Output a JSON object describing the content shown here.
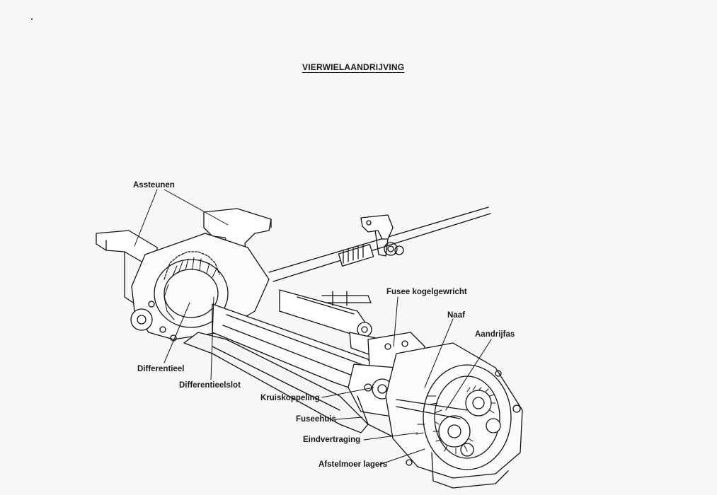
{
  "title": "VIERWIELAANDRIJVING",
  "labels": {
    "assteunen": "Assteunen",
    "fusee_kogelgewricht": "Fusee kogelgewricht",
    "naaf": "Naaf",
    "aandrijfas": "Aandrijfas",
    "differentieel": "Differentieel",
    "differentieelslot": "Differentieelslot",
    "kruiskoppeling": "Kruiskoppeling",
    "fuseehuis": "Fuseehuis",
    "eindvertraging": "Eindvertraging",
    "afstelmoer_lagers": "Afstelmoer lagers"
  }
}
